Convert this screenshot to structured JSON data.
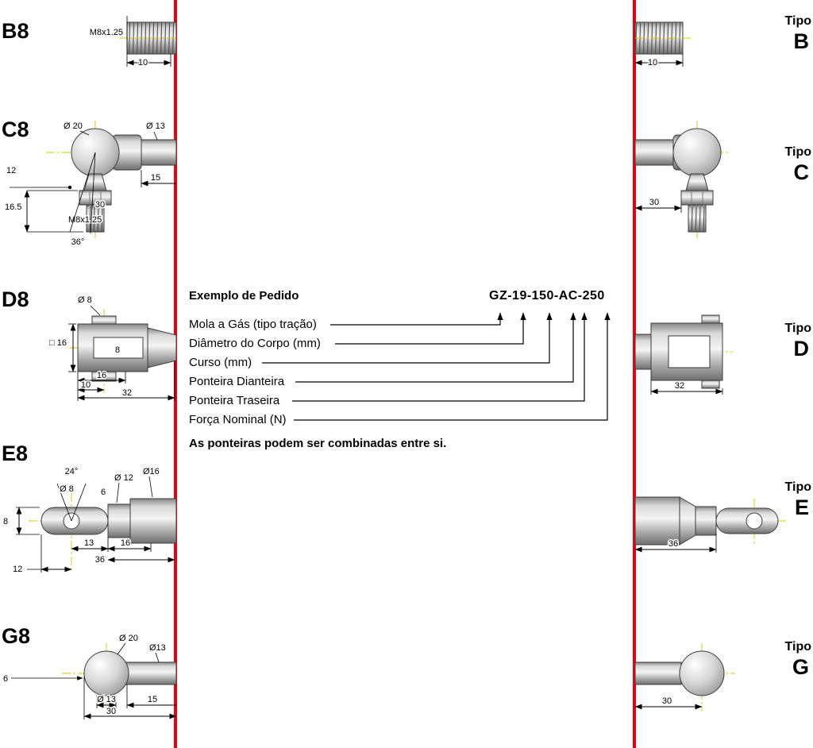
{
  "page": {
    "accent": "#e60012",
    "background": "#ffffff"
  },
  "order_example": {
    "title": "Exemplo de Pedido",
    "code": "GZ-19-150-AC-250",
    "rows": [
      {
        "label": "Mola a Gás (tipo tração)"
      },
      {
        "label": "Diâmetro do Corpo (mm)"
      },
      {
        "label": "Curso (mm)"
      },
      {
        "label": "Ponteira Dianteira"
      },
      {
        "label": "Ponteira Traseira"
      },
      {
        "label": "Força Nominal (N)"
      }
    ],
    "note": "As ponteiras podem ser combinadas entre si."
  },
  "sections": {
    "b8": {
      "code": "B8",
      "tipo_label": "Tipo",
      "tipo_letter": "B",
      "dims_left": {
        "thread": "M8x1.25",
        "length10": "10"
      },
      "dims_right": {
        "length10": "10"
      }
    },
    "c8": {
      "code": "C8",
      "tipo_label": "Tipo",
      "tipo_letter": "C",
      "dims_left": {
        "ball_dia": "Ø 20",
        "rod_dia": "Ø 13",
        "h12": "12",
        "len15": "15",
        "h16_5": "16.5",
        "len30": "30",
        "thread": "M8x1.25",
        "angle": "36°"
      },
      "dims_right": {
        "len30": "30"
      }
    },
    "d8": {
      "code": "D8",
      "tipo_label": "Tipo",
      "tipo_letter": "D",
      "dims_left": {
        "pin_dia": "Ø 8",
        "square16": "□ 16",
        "slot8": "8",
        "len10": "10",
        "len16": "16",
        "len32": "32"
      },
      "dims_right": {
        "len32": "32"
      }
    },
    "e8": {
      "code": "E8",
      "tipo_label": "Tipo",
      "tipo_letter": "E",
      "dims_left": {
        "angle": "24°",
        "dia12": "Ø 12",
        "dia16": "Ø16",
        "dia8": "Ø 8",
        "ch6": "6",
        "h8": "8",
        "len13": "13",
        "len16": "16",
        "len36": "36",
        "len12": "12"
      },
      "dims_right": {
        "len36": "36"
      }
    },
    "g8": {
      "code": "G8",
      "tipo_label": "Tipo",
      "tipo_letter": "G",
      "dims_left": {
        "ball_dia": "Ø 20",
        "rod_dia": "Ø13",
        "ch6": "6",
        "neck_dia": "Ø 13",
        "len15": "15",
        "len30": "30"
      },
      "dims_right": {
        "len30": "30"
      }
    }
  }
}
